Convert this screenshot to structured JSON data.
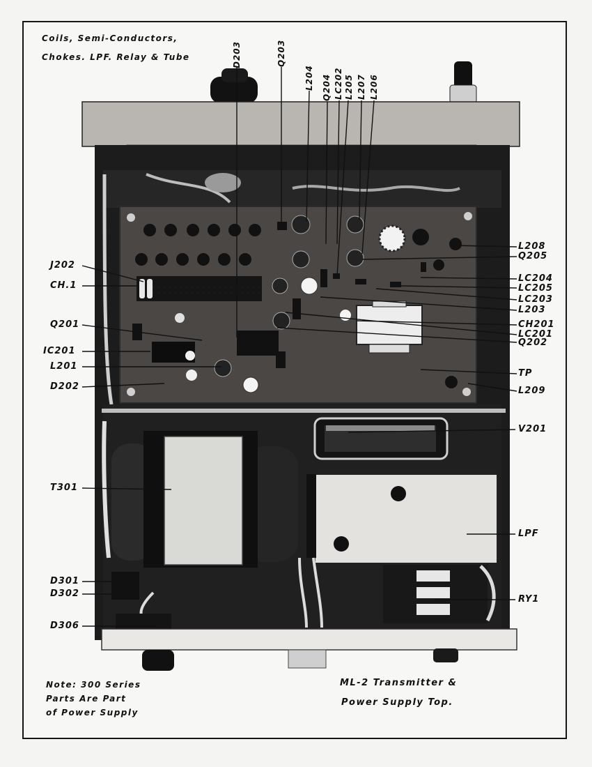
{
  "header_note": {
    "line1": "Coils, Semi-Conductors,",
    "line2": "Chokes. LPF. Relay & Tube"
  },
  "top_labels": [
    "D203",
    "Q203",
    "L204",
    "Q204",
    "LC202",
    "L205",
    "L207",
    "L206"
  ],
  "left_labels": [
    "J202",
    "CH.1",
    "Q201",
    "IC201",
    "L201",
    "D202",
    "T301",
    "D301",
    "D302",
    "D306"
  ],
  "right_labels": [
    "L208",
    "Q205",
    "LC204",
    "LC205",
    "LC203",
    "L203",
    "CH201",
    "LC201",
    "Q202",
    "TP",
    "L209",
    "V201",
    "LPF",
    "RY1"
  ],
  "footer_note": {
    "line1": "Note: 300 Series",
    "line2": "Parts Are Part",
    "line3": "of Power Supply"
  },
  "caption": {
    "line1": "ML-2 Transmitter  &",
    "line2": "Power Supply Top."
  },
  "colors": {
    "paper": "#f4f4f2",
    "ink": "#111111",
    "chassis": "#1c1c1c",
    "board": "#4a4744",
    "panel": "#b9b6b1",
    "shield": "#e3e2de"
  }
}
